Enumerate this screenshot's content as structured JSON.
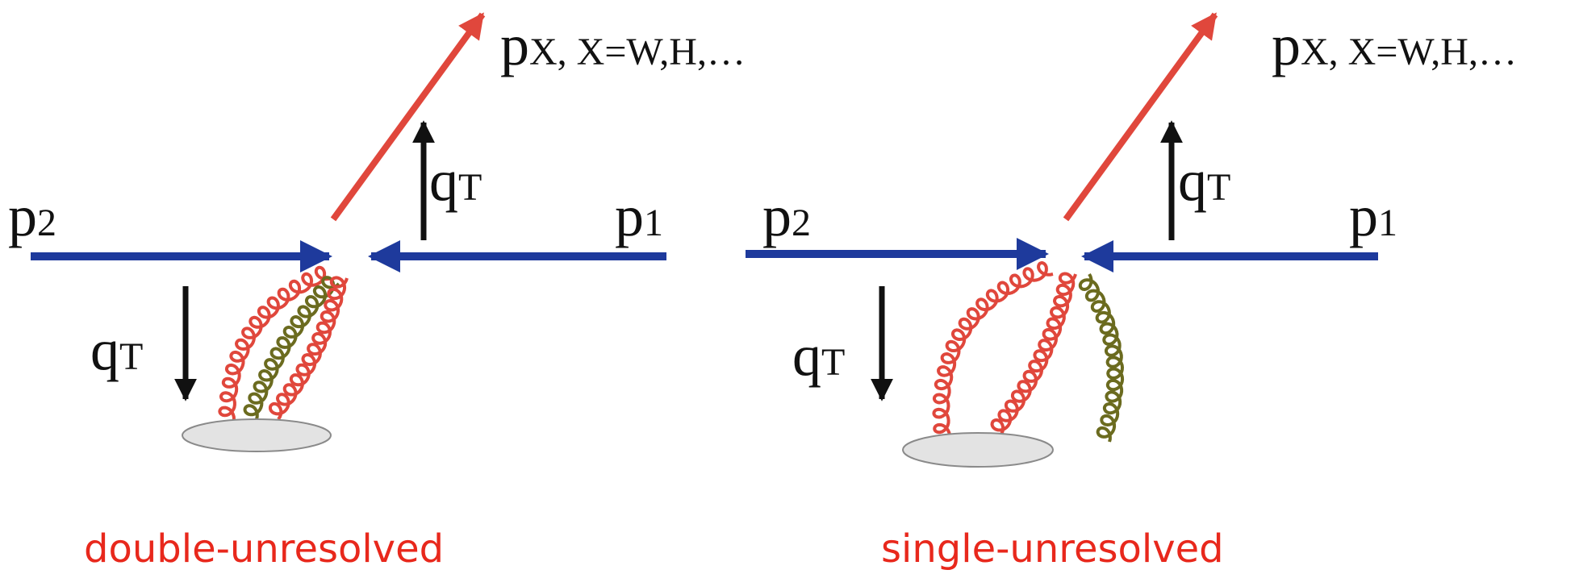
{
  "colors": {
    "beam": "#1e3a9c",
    "outgoing": "#e0473c",
    "gluon_red": "#e0473c",
    "gluon_olive": "#6b6b1f",
    "blob_fill": "#e3e3e3",
    "blob_stroke": "#8a8a8a",
    "caption": "#e8281c",
    "text": "#111111"
  },
  "panels": [
    {
      "id": "double",
      "labels": {
        "final_state_p": "p",
        "final_state_sub": "X",
        "final_state_rest": ", X=W,H,…",
        "incoming_left_p": "p",
        "incoming_left_sub": "2",
        "incoming_right_p": "p",
        "incoming_right_sub": "1",
        "recoil_q": "q",
        "recoil_sub": "T",
        "blob_q": "q",
        "blob_sub": "T"
      },
      "caption": "double-unresolved",
      "gluons": [
        "red",
        "olive",
        "red"
      ]
    },
    {
      "id": "single",
      "labels": {
        "final_state_p": "p",
        "final_state_sub": "X",
        "final_state_rest": ", X=W,H,…",
        "incoming_left_p": "p",
        "incoming_left_sub": "2",
        "incoming_right_p": "p",
        "incoming_right_sub": "1",
        "recoil_q": "q",
        "recoil_sub": "T",
        "blob_q": "q",
        "blob_sub": "T"
      },
      "caption": "single-unresolved",
      "gluons": [
        "red",
        "red",
        "olive"
      ]
    }
  ]
}
